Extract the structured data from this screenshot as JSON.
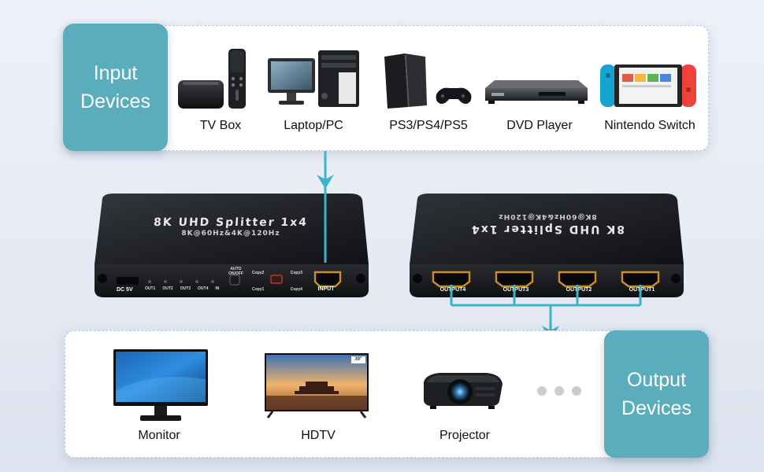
{
  "input": {
    "title_line1": "Input",
    "title_line2": "Devices",
    "devices": [
      {
        "label": "TV Box",
        "icon": "tv-box-icon"
      },
      {
        "label": "Laptop/PC",
        "icon": "desktop-pc-icon"
      },
      {
        "label": "PS3/PS4/PS5",
        "icon": "game-console-icon"
      },
      {
        "label": "DVD Player",
        "icon": "dvd-player-icon"
      },
      {
        "label": "Nintendo Switch",
        "icon": "nintendo-switch-icon"
      }
    ]
  },
  "output": {
    "title_line1": "Output",
    "title_line2": "Devices",
    "devices": [
      {
        "label": "Monitor",
        "icon": "monitor-icon"
      },
      {
        "label": "HDTV",
        "icon": "hdtv-icon"
      },
      {
        "label": "Projector",
        "icon": "projector-icon"
      }
    ],
    "more_icon": "ellipsis-icon"
  },
  "splitter": {
    "product_name": "8K UHD Splitter 1x4",
    "spec": "8K@60Hz&4K@120Hz",
    "front_labels": {
      "power": "DC 5V",
      "leds": [
        "OUT1",
        "OUT2",
        "OUT3",
        "OUT4",
        "IN"
      ],
      "switch_title": "AUTO",
      "switch_sub": "ON/OFF",
      "copy_labels": [
        "Copy2",
        "Copy3",
        "Copy1",
        "Copy4"
      ],
      "input_port": "INPUT"
    },
    "back_ports": [
      "OUTPUT4",
      "OUTPUT3",
      "OUTPUT2",
      "OUTPUT1"
    ],
    "hdtv_badge": "39\""
  },
  "colors": {
    "accent": "#5aadbd",
    "connector": "#3bb3c8",
    "device_body": "#1e2124"
  }
}
